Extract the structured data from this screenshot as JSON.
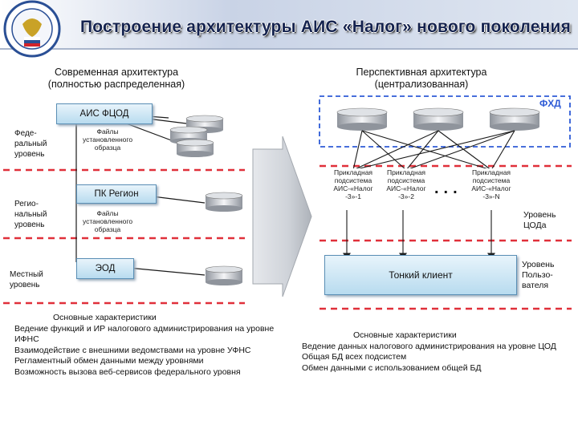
{
  "title": "Построение архитектуры АИС «Налог» нового поколения",
  "logo": {
    "alt": "ФЕДЕРАЛЬНАЯ НАЛОГОВАЯ СЛУЖБА"
  },
  "left": {
    "heading_line1": "Современная архитектура",
    "heading_line2": "(полностью распределенная)",
    "levels": {
      "federal": [
        "Феде-",
        "ральный",
        "уровень"
      ],
      "regional": [
        "Регио-",
        "нальный",
        "уровень"
      ],
      "local": [
        "Местный",
        "уровень"
      ]
    },
    "boxes": {
      "ais_fcod": "АИС ФЦОД",
      "pk_region": "ПК Регион",
      "eod": "ЭОД"
    },
    "files_1": [
      "Файлы",
      "установленного",
      "образца"
    ],
    "files_2": [
      "Файлы",
      "установленного",
      "образца"
    ],
    "characteristics": {
      "heading": "Основные характеристики",
      "items": [
        "Ведение функций и ИР налогового администрирования на уровне ИФНС",
        "Взаимодействие с внешними ведомствами на уровне УФНС",
        "Регламентный обмен данными между уровнями",
        "Возможность вызова веб-сервисов федерального уровня"
      ]
    }
  },
  "right": {
    "heading_line1": "Перспективная архитектура",
    "heading_line2": "(централизованная)",
    "fhd_label": "ФХД",
    "subsystems": [
      [
        "Прикладная",
        "подсистема",
        "АИС-«Налог",
        "-3»-1"
      ],
      [
        "Прикладная",
        "подсистема",
        "АИС-«Налог",
        "-3»-2"
      ],
      [
        "Прикладная",
        "подсистема",
        "АИС-«Налог",
        "-3»-N"
      ]
    ],
    "ellipsis": "...",
    "thin_client": "Тонкий клиент",
    "level_cod": [
      "Уровень",
      "ЦОДа"
    ],
    "level_user": [
      "Уровень",
      "Пользо-",
      "вателя"
    ],
    "characteristics": {
      "heading": "Основные характеристики",
      "items": [
        "Ведение данных налогового администрирования на уровне ЦОД",
        "Общая БД всех подсистем",
        "Обмен данными с использованием общей БД"
      ]
    }
  },
  "colors": {
    "title": "#15234f",
    "dashed_red": "#e0303a",
    "dashed_blue": "#2e5bd6",
    "box_fill": "#cde6f4",
    "arrow": "#c5c9cf"
  }
}
